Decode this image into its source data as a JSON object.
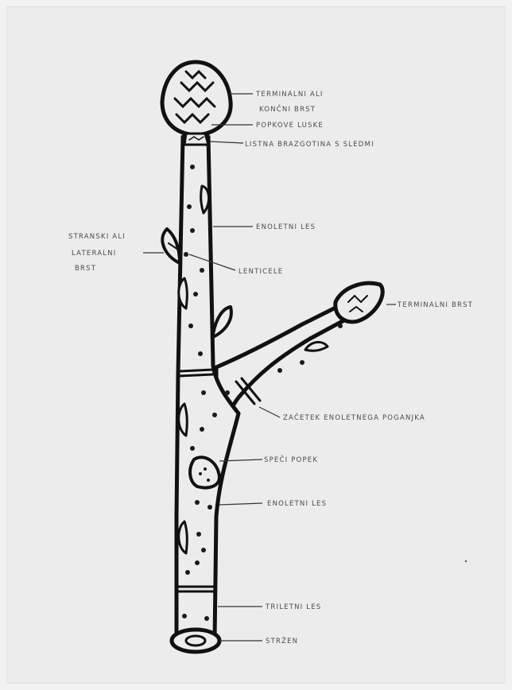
{
  "labels": {
    "terminal_bud_line1": "TERMINALNI ALI",
    "terminal_bud_line2": "KONČNI BRST",
    "bud_scales": "POPKOVE LUSKE",
    "leaf_scar": "LISTNA BRAZGOTINA S SLEDMI",
    "annual_wood_top": "ENOLETNI LES",
    "lateral_bud_line1": "STRANSKI ALI",
    "lateral_bud_line2": "LATERALNI",
    "lateral_bud_line3": "BRST",
    "lenticels": "LENTICELE",
    "terminal_bud_branch": "TERMINALNI BRST",
    "annual_growth_start": "ZAČETEK ENOLETNEGA POGANJKA",
    "dormant_bud": "SPEČI POPEK",
    "annual_wood_mid": "ENOLETNI LES",
    "three_year_wood": "TRILETNI LES",
    "pith": "STRŽEN"
  }
}
